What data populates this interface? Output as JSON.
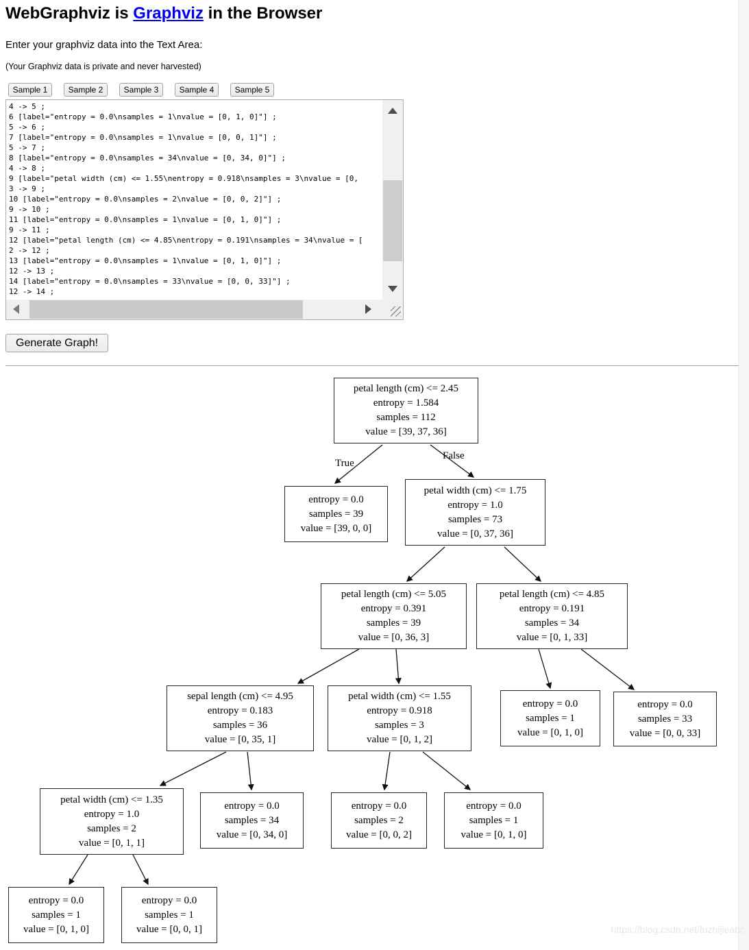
{
  "header": {
    "title_prefix": "WebGraphviz is ",
    "title_link_text": "Graphviz",
    "title_suffix": " in the Browser",
    "subtitle": "Enter your graphviz data into the Text Area:",
    "privacy_note": "(Your Graphviz data is private and never harvested)"
  },
  "colors": {
    "link": "#0000ee",
    "node_border": "#222222",
    "edge": "#111111"
  },
  "toolbar": {
    "sample_buttons": [
      "Sample 1",
      "Sample 2",
      "Sample 3",
      "Sample 4",
      "Sample 5"
    ],
    "generate_label": "Generate Graph!"
  },
  "editor": {
    "text": "4 -> 5 ;\n6 [label=\"entropy = 0.0\\nsamples = 1\\nvalue = [0, 1, 0]\"] ;\n5 -> 6 ;\n7 [label=\"entropy = 0.0\\nsamples = 1\\nvalue = [0, 0, 1]\"] ;\n5 -> 7 ;\n8 [label=\"entropy = 0.0\\nsamples = 34\\nvalue = [0, 34, 0]\"] ;\n4 -> 8 ;\n9 [label=\"petal width (cm) <= 1.55\\nentropy = 0.918\\nsamples = 3\\nvalue = [0,\n3 -> 9 ;\n10 [label=\"entropy = 0.0\\nsamples = 2\\nvalue = [0, 0, 2]\"] ;\n9 -> 10 ;\n11 [label=\"entropy = 0.0\\nsamples = 1\\nvalue = [0, 1, 0]\"] ;\n9 -> 11 ;\n12 [label=\"petal length (cm) <= 4.85\\nentropy = 0.191\\nsamples = 34\\nvalue = [\n2 -> 12 ;\n13 [label=\"entropy = 0.0\\nsamples = 1\\nvalue = [0, 1, 0]\"] ;\n12 -> 13 ;\n14 [label=\"entropy = 0.0\\nsamples = 33\\nvalue = [0, 0, 33]\"] ;\n12 -> 14 ;"
  },
  "graph": {
    "edge_labels": {
      "true": "True",
      "false": "False"
    },
    "nodes": [
      {
        "id": "0",
        "lines": [
          "petal length (cm) <= 2.45",
          "entropy = 1.584",
          "samples = 112",
          "value = [39, 37, 36]"
        ]
      },
      {
        "id": "1",
        "lines": [
          "entropy = 0.0",
          "samples = 39",
          "value = [39, 0, 0]"
        ]
      },
      {
        "id": "2",
        "lines": [
          "petal width (cm) <= 1.75",
          "entropy = 1.0",
          "samples = 73",
          "value = [0, 37, 36]"
        ]
      },
      {
        "id": "3",
        "lines": [
          "petal length (cm) <= 5.05",
          "entropy = 0.391",
          "samples = 39",
          "value = [0, 36, 3]"
        ]
      },
      {
        "id": "12",
        "lines": [
          "petal length (cm) <= 4.85",
          "entropy = 0.191",
          "samples = 34",
          "value = [0, 1, 33]"
        ]
      },
      {
        "id": "4",
        "lines": [
          "sepal length (cm) <= 4.95",
          "entropy = 0.183",
          "samples = 36",
          "value = [0, 35, 1]"
        ]
      },
      {
        "id": "9",
        "lines": [
          "petal width (cm) <= 1.55",
          "entropy = 0.918",
          "samples = 3",
          "value = [0, 1, 2]"
        ]
      },
      {
        "id": "13",
        "lines": [
          "entropy = 0.0",
          "samples = 1",
          "value = [0, 1, 0]"
        ]
      },
      {
        "id": "14",
        "lines": [
          "entropy = 0.0",
          "samples = 33",
          "value = [0, 0, 33]"
        ]
      },
      {
        "id": "5",
        "lines": [
          "petal width (cm) <= 1.35",
          "entropy = 1.0",
          "samples = 2",
          "value = [0, 1, 1]"
        ]
      },
      {
        "id": "8",
        "lines": [
          "entropy = 0.0",
          "samples = 34",
          "value = [0, 34, 0]"
        ]
      },
      {
        "id": "10",
        "lines": [
          "entropy = 0.0",
          "samples = 2",
          "value = [0, 0, 2]"
        ]
      },
      {
        "id": "11",
        "lines": [
          "entropy = 0.0",
          "samples = 1",
          "value = [0, 1, 0]"
        ]
      },
      {
        "id": "6",
        "lines": [
          "entropy = 0.0",
          "samples = 1",
          "value = [0, 1, 0]"
        ]
      },
      {
        "id": "7",
        "lines": [
          "entropy = 0.0",
          "samples = 1",
          "value = [0, 0, 1]"
        ]
      }
    ],
    "edges": [
      {
        "from": "0",
        "to": "1",
        "label": "True"
      },
      {
        "from": "0",
        "to": "2",
        "label": "False"
      },
      {
        "from": "2",
        "to": "3"
      },
      {
        "from": "2",
        "to": "12"
      },
      {
        "from": "3",
        "to": "4"
      },
      {
        "from": "3",
        "to": "9"
      },
      {
        "from": "12",
        "to": "13"
      },
      {
        "from": "12",
        "to": "14"
      },
      {
        "from": "4",
        "to": "5"
      },
      {
        "from": "4",
        "to": "8"
      },
      {
        "from": "9",
        "to": "10"
      },
      {
        "from": "9",
        "to": "11"
      },
      {
        "from": "5",
        "to": "6"
      },
      {
        "from": "5",
        "to": "7"
      }
    ]
  },
  "watermark": "https://blog.csdn.net/fuzhijieabc"
}
